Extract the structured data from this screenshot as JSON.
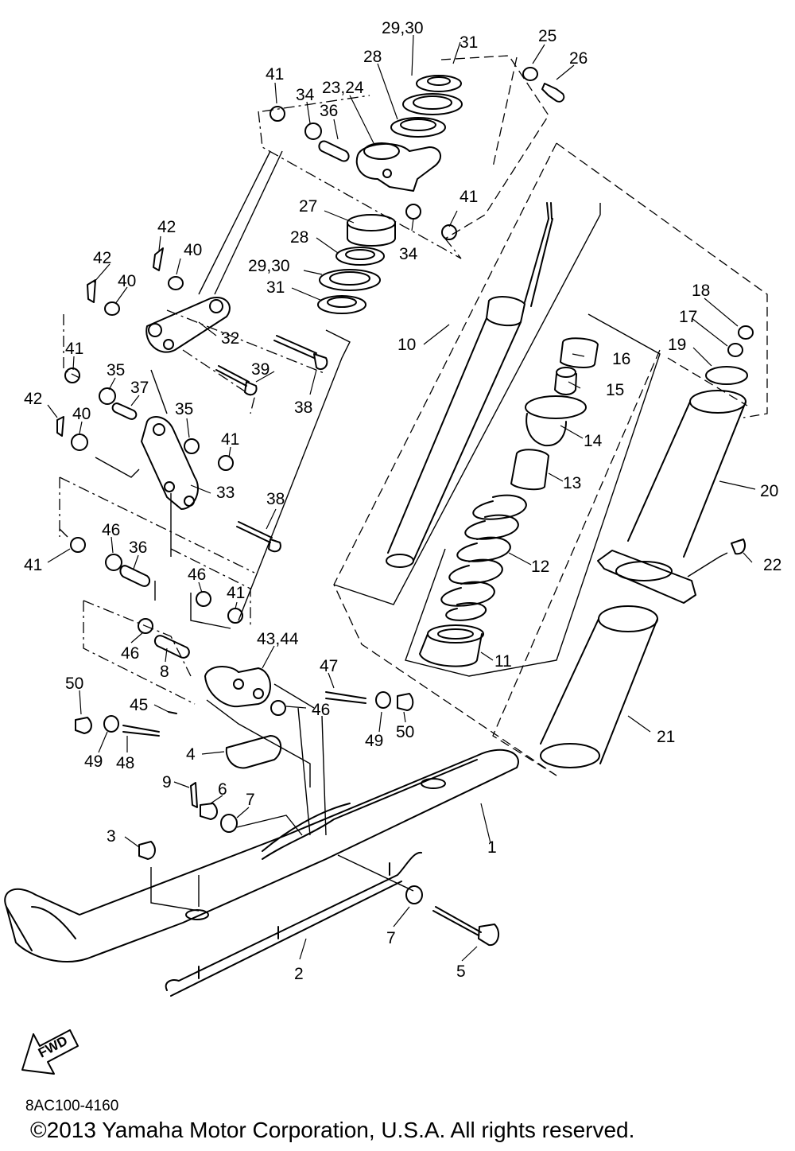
{
  "diagram": {
    "fwd_label": "FWD",
    "code": "8AC100-4160",
    "copyright": "©2013 Yamaha Motor Corporation, U.S.A. All rights reserved.",
    "callouts": {
      "c29_30_top": "29,30",
      "c31_top": "31",
      "c25": "25",
      "c26": "26",
      "c28_top": "28",
      "c23_24": "23,24",
      "c41_a": "41",
      "c34_a": "34",
      "c36_a": "36",
      "c41_b": "41",
      "c27": "27",
      "c28_mid": "28",
      "c34_b": "34",
      "c29_30_mid": "29,30",
      "c31_mid": "31",
      "c42_a": "42",
      "c40_a": "40",
      "c42_b": "42",
      "c40_b": "40",
      "c32": "32",
      "c18": "18",
      "c17": "17",
      "c19": "19",
      "c10": "10",
      "c16": "16",
      "c15": "15",
      "c41_c": "41",
      "c35_a": "35",
      "c37": "37",
      "c39": "39",
      "c38_a": "38",
      "c42_c": "42",
      "c40_c": "40",
      "c35_b": "35",
      "c41_d": "41",
      "c14": "14",
      "c20": "20",
      "c13": "13",
      "c33": "33",
      "c38_b": "38",
      "c22": "22",
      "c46_a": "46",
      "c36_b": "36",
      "c41_e": "41",
      "c12": "12",
      "c46_b": "46",
      "c41_f": "41",
      "c46_c": "46",
      "c43_44": "43,44",
      "c8": "8",
      "c11": "11",
      "c47": "47",
      "c50_a": "50",
      "c45": "45",
      "c46_d": "46",
      "c49_a": "49",
      "c50_b": "50",
      "c21": "21",
      "c49_b": "49",
      "c48": "48",
      "c4": "4",
      "c9": "9",
      "c6": "6",
      "c7_a": "7",
      "c1": "1",
      "c3": "3",
      "c7_b": "7",
      "c2": "2",
      "c5": "5"
    }
  }
}
